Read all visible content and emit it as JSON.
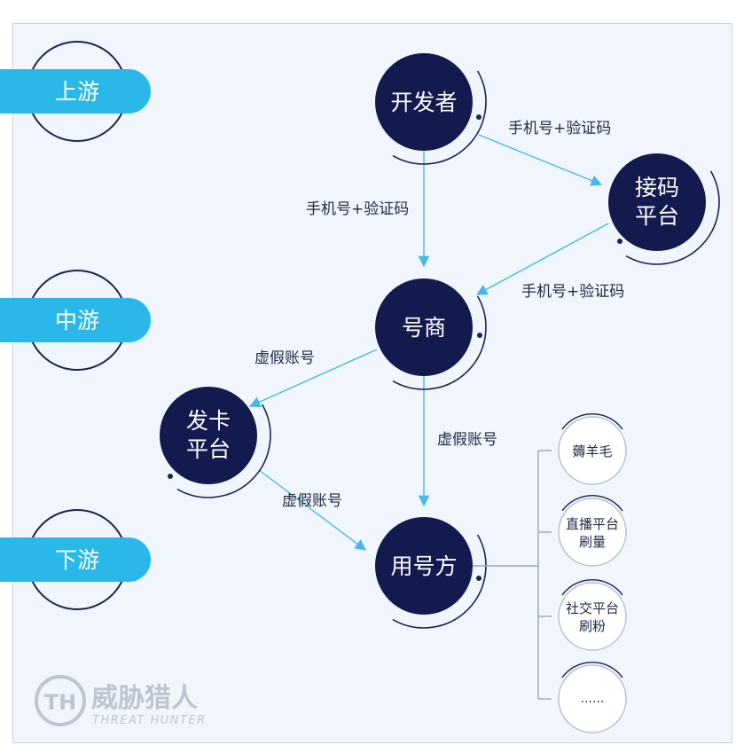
{
  "stages": {
    "upstream": "上游",
    "midstream": "中游",
    "downstream": "下游"
  },
  "nodes": {
    "developer": "开发者",
    "sms_platform_line1": "接码",
    "sms_platform_line2": "平台",
    "account_dealer": "号商",
    "card_platform_line1": "发卡",
    "card_platform_line2": "平台",
    "account_user": "用号方"
  },
  "edges": {
    "dev_to_sms": "手机号+验证码",
    "dev_to_dealer": "手机号+验证码",
    "sms_to_dealer": "手机号+验证码",
    "dealer_to_card": "虚假账号",
    "dealer_to_user": "虚假账号",
    "card_to_user": "虚假账号"
  },
  "uses": {
    "wool_line1": "薅羊毛",
    "live_line1": "直播平台",
    "live_line2": "刷量",
    "social_line1": "社交平台",
    "social_line2": "刷粉",
    "more_line1": "......"
  },
  "watermark": {
    "logo_letters": "TH",
    "brand_cn": "威胁猎人",
    "brand_en": "THREAT HUNTER"
  },
  "colors": {
    "node_fill": "#131a4e",
    "stage_tab": "#29b8e8",
    "arrow": "#45b9e3",
    "connector": "#9aa6b5",
    "text_dark": "#1f2a44",
    "frame_bg": "#f1f6fc"
  }
}
